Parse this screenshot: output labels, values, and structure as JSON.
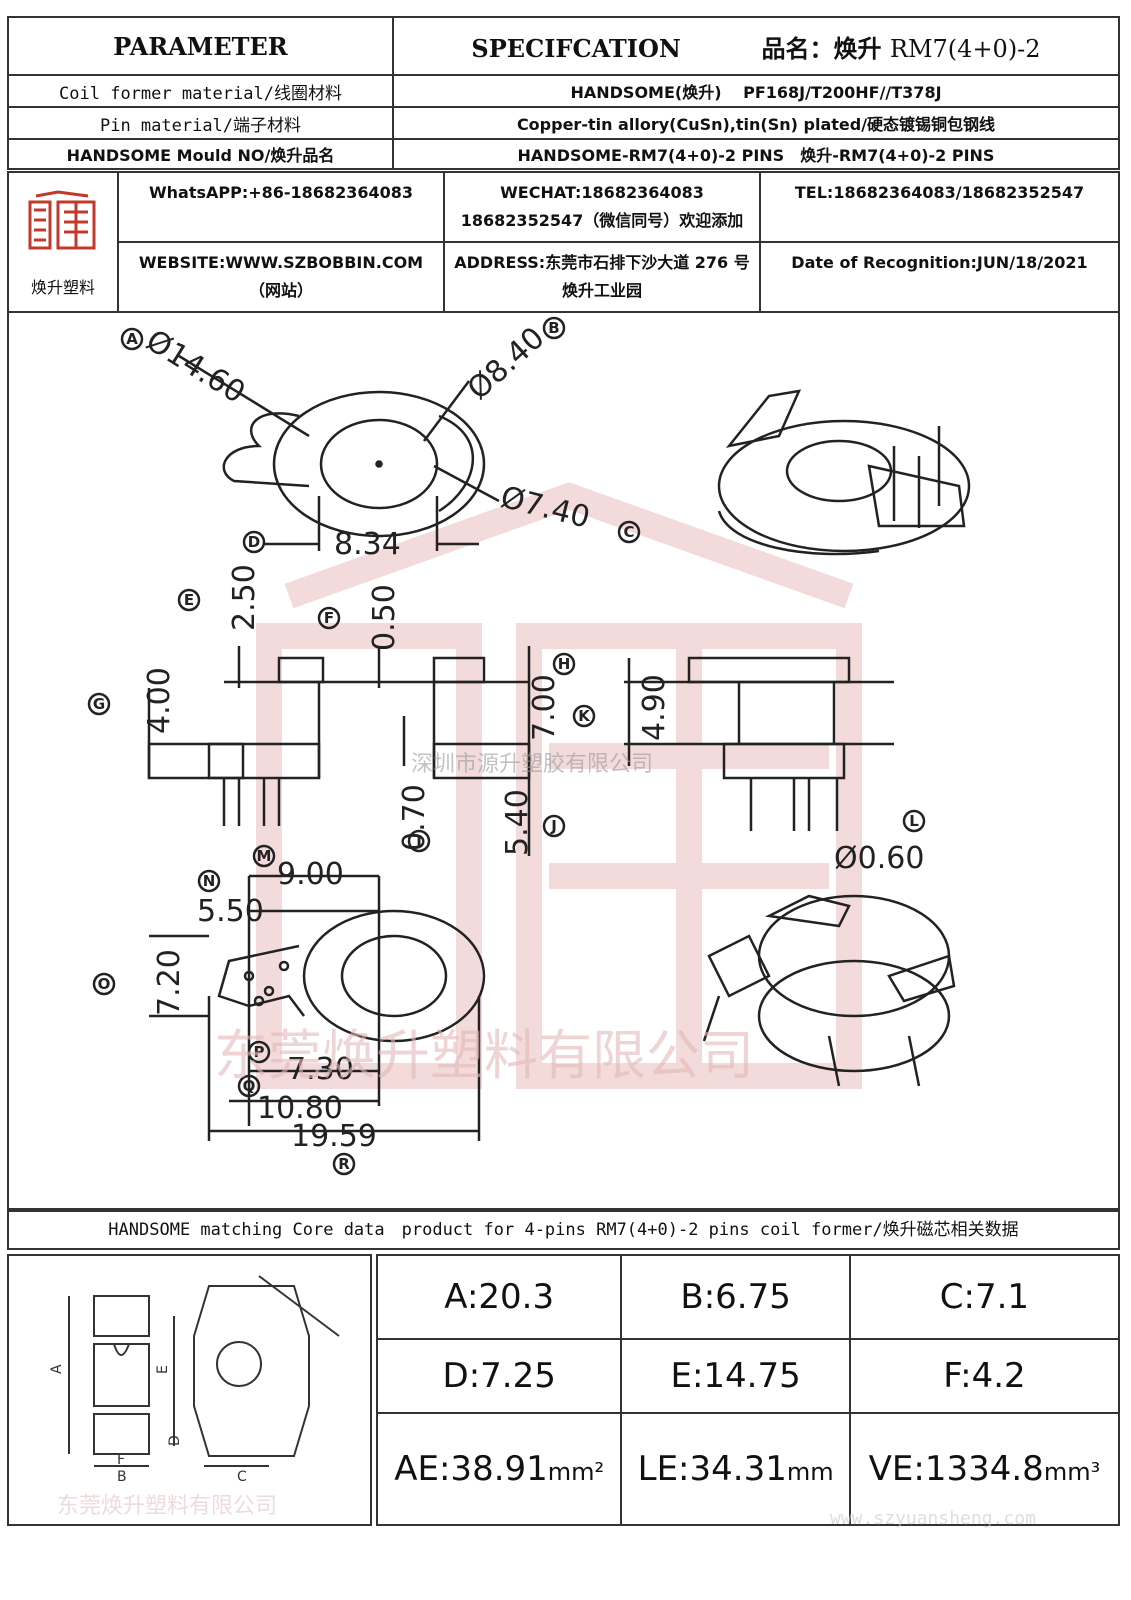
{
  "header": {
    "parameter": "PARAMETER",
    "specification": "SPECIFCATION",
    "product_name_label": "品名：",
    "product_name_brand": "焕升",
    "product_name_model": "RM7(4+0)-2",
    "rows": [
      {
        "label": "Coil former material/线圈材料",
        "value": "HANDSOME(焕升)　 PF168J/T200HF//T378J"
      },
      {
        "label": "Pin material/端子材料",
        "value": "Copper-tin allory(CuSn),tin(Sn) plated/硬态镀锡铜包钢线"
      },
      {
        "label": "HANDSOME Mould NO/焕升品名",
        "value": "HANDSOME-RM7(4+0)-2 PINS　焕升-RM7(4+0)-2 PINS"
      }
    ]
  },
  "company": {
    "logo_text": "焕升塑料",
    "whatsapp": "WhatsAPP:+86-18682364083",
    "wechat": "WECHAT:18682364083 18682352547（微信同号）欢迎添加",
    "tel": "TEL:18682364083/18682352547",
    "website": "WEBSITE:WWW.SZBOBBIN.COM（网站）",
    "address": "ADDRESS:东莞市石排下沙大道 276 号焕升工业园",
    "date": "Date of Recognition:JUN/18/2021"
  },
  "drawing": {
    "dims": {
      "A": "Ø14.60",
      "B": "Ø8.40",
      "C": "Ø7.40",
      "D": "8.34",
      "E": "2.50",
      "F": "0.50",
      "G": "4.00",
      "H": "7.00",
      "I": "0.70",
      "J": "5.40",
      "K": "4.90",
      "L": "Ø0.60",
      "M": "9.00",
      "N": "5.50",
      "O": "7.20",
      "P": "7.30",
      "Q": "10.80",
      "R": "19.59"
    },
    "watermark_1": "深圳市源升塑胶有限公司",
    "watermark_2": "东莞焕升塑料有限公司"
  },
  "core": {
    "band": "HANDSOME matching Core data　product for 4-pins RM7(4+0)-2 pins coil former/焕升磁芯相关数据",
    "values": [
      [
        "A:20.3",
        "B:6.75",
        "C:7.1"
      ],
      [
        "D:7.25",
        "E:14.75",
        "F:4.2"
      ]
    ],
    "ae": "AE:38.91",
    "ae_unit": "mm²",
    "le": "LE:34.31",
    "le_unit": "mm",
    "ve": "VE:1334.8",
    "ve_unit": "mm³",
    "box_watermark": "东莞焕升塑料有限公司",
    "site_watermark": "www.szyuansheng.com"
  },
  "colors": {
    "line": "#333333",
    "watermark": "#d9a0a0",
    "logo": "#c0392b"
  }
}
